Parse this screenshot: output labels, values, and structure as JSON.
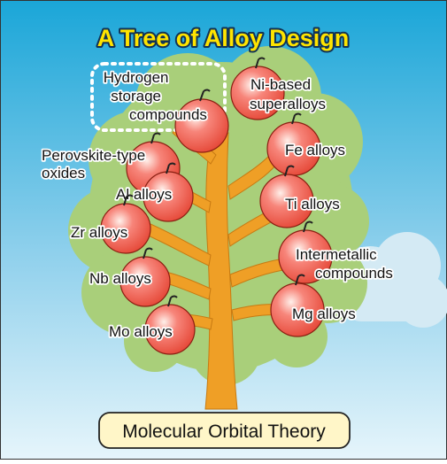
{
  "title": "A Tree of Alloy Design",
  "base_label": "Molecular Orbital Theory",
  "fruits": [
    {
      "name": "fruit-hydrogen-storage",
      "lines": [
        "Hydrogen",
        "storage",
        "compounds"
      ]
    },
    {
      "name": "fruit-ni-based",
      "lines": [
        "Ni-based",
        "superalloys"
      ]
    },
    {
      "name": "fruit-perovskite",
      "lines": [
        "Perovskite-type",
        "oxides"
      ]
    },
    {
      "name": "fruit-fe-alloys",
      "lines": [
        "Fe alloys"
      ]
    },
    {
      "name": "fruit-al-alloys",
      "lines": [
        "Al alloys"
      ]
    },
    {
      "name": "fruit-ti-alloys",
      "lines": [
        "Ti alloys"
      ]
    },
    {
      "name": "fruit-zr-alloys",
      "lines": [
        "Zr alloys"
      ]
    },
    {
      "name": "fruit-intermetallic",
      "lines": [
        "Intermetallic",
        "compounds"
      ]
    },
    {
      "name": "fruit-nb-alloys",
      "lines": [
        "Nb alloys"
      ]
    },
    {
      "name": "fruit-mg-alloys",
      "lines": [
        "Mg alloys"
      ]
    },
    {
      "name": "fruit-mo-alloys",
      "lines": [
        "Mo alloys"
      ]
    }
  ],
  "colors": {
    "sky_top": "#1aa6d8",
    "sky_bottom": "#e6f5fb",
    "foliage": "#a9cf7a",
    "trunk": "#ef9f26",
    "apple": "#f2604f",
    "base_fill": "#fff6c8",
    "title_fill": "#ffe400"
  }
}
